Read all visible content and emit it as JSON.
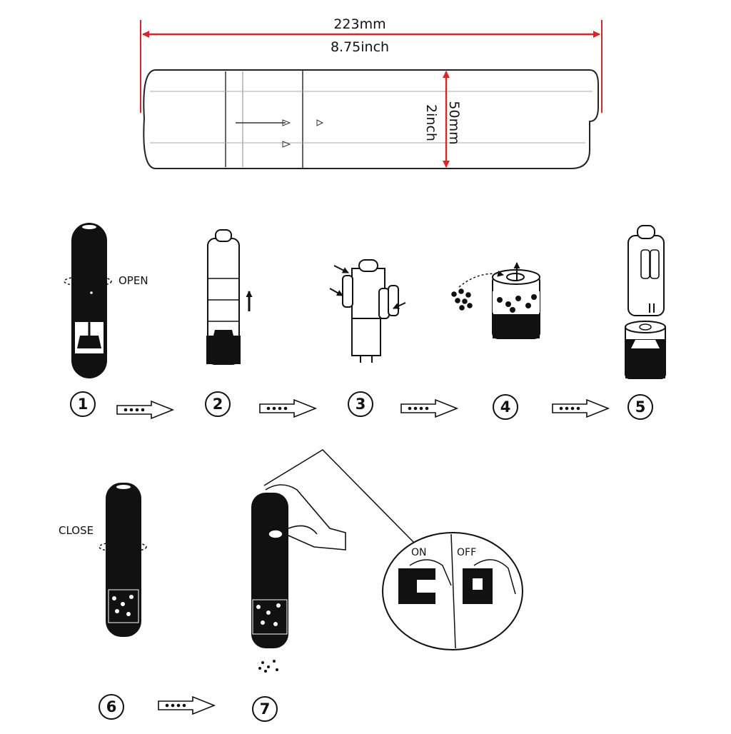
{
  "dimensions": {
    "length_mm": "223mm",
    "length_in": "8.75inch",
    "diameter_mm": "50mm",
    "diameter_in": "2inch",
    "arrow_color": "#d6262b"
  },
  "labels": {
    "open": "OPEN",
    "close": "CLOSE",
    "on": "ON",
    "off": "OFF"
  },
  "steps": [
    "1",
    "2",
    "3",
    "4",
    "5",
    "6",
    "7"
  ]
}
